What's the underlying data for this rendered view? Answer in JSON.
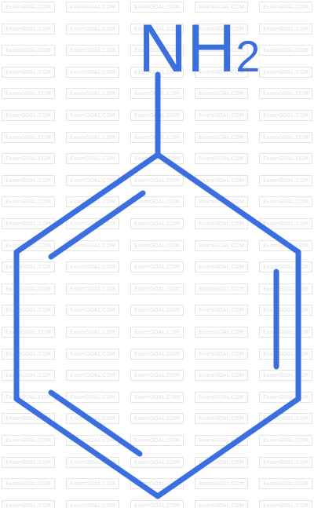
{
  "molecule": {
    "group_main": "NH",
    "group_subscript": "2",
    "line_color": "#3b6fe0"
  },
  "watermark": {
    "text": "ExamGOAL.COM",
    "border_color": "#e4e4e4",
    "text_color": "#e1e1e1"
  }
}
